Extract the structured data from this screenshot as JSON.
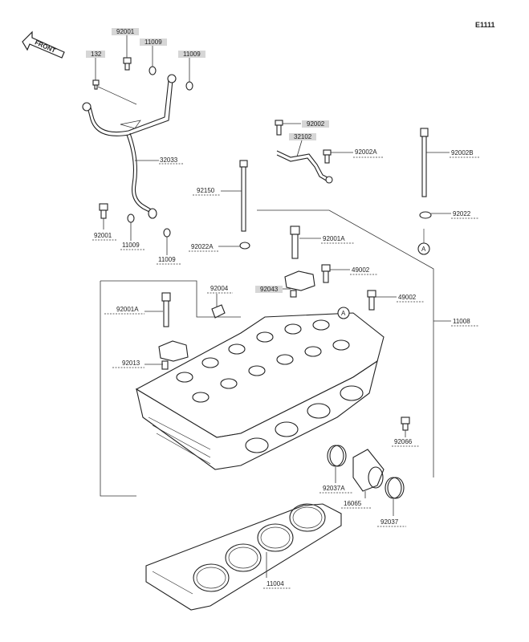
{
  "diagram_code": "E1111",
  "front_label": "FRONT",
  "ref_marker": "A",
  "labels": {
    "p92001_top": "92001",
    "p11009_a": "11009",
    "p11009_b": "11009",
    "p132": "132",
    "p32033": "32033",
    "p92001_left": "92001",
    "p11009_c": "11009",
    "p11009_d": "11009",
    "p92150": "92150",
    "p92022A": "92022A",
    "p92002": "92002",
    "p32102": "32102",
    "p92002A": "92002A",
    "p92002B": "92002B",
    "p92022": "92022",
    "p92001A_right": "92001A",
    "p49002_a": "49002",
    "p49002_b": "49002",
    "p92004": "92004",
    "p92043": "92043",
    "p92001A_left": "92001A",
    "p11008": "11008",
    "p92013": "92013",
    "p92066": "92066",
    "p92037A": "92037A",
    "p16065": "16065",
    "p92037": "92037",
    "p11004": "11004"
  }
}
